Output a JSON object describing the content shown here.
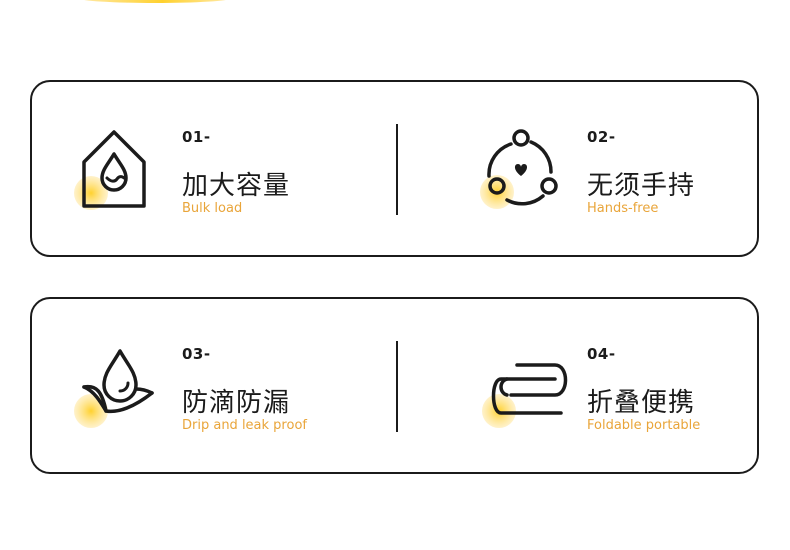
{
  "colors": {
    "accent_orange": "#e9a53a",
    "highlight_yellow": "#ffd12e",
    "line": "#1b1b1b",
    "background": "#ffffff"
  },
  "features": [
    {
      "number": "01-",
      "title": "加大容量",
      "subtitle": "Bulk load",
      "icon": "house-water-drop-icon"
    },
    {
      "number": "02-",
      "title": "无须手持",
      "subtitle": "Hands-free",
      "icon": "connected-circles-heart-icon"
    },
    {
      "number": "03-",
      "title": "防滴防漏",
      "subtitle": "Drip and leak proof",
      "icon": "water-drop-leaf-icon"
    },
    {
      "number": "04-",
      "title": "折叠便携",
      "subtitle": "Foldable portable",
      "icon": "folded-lines-icon"
    }
  ]
}
